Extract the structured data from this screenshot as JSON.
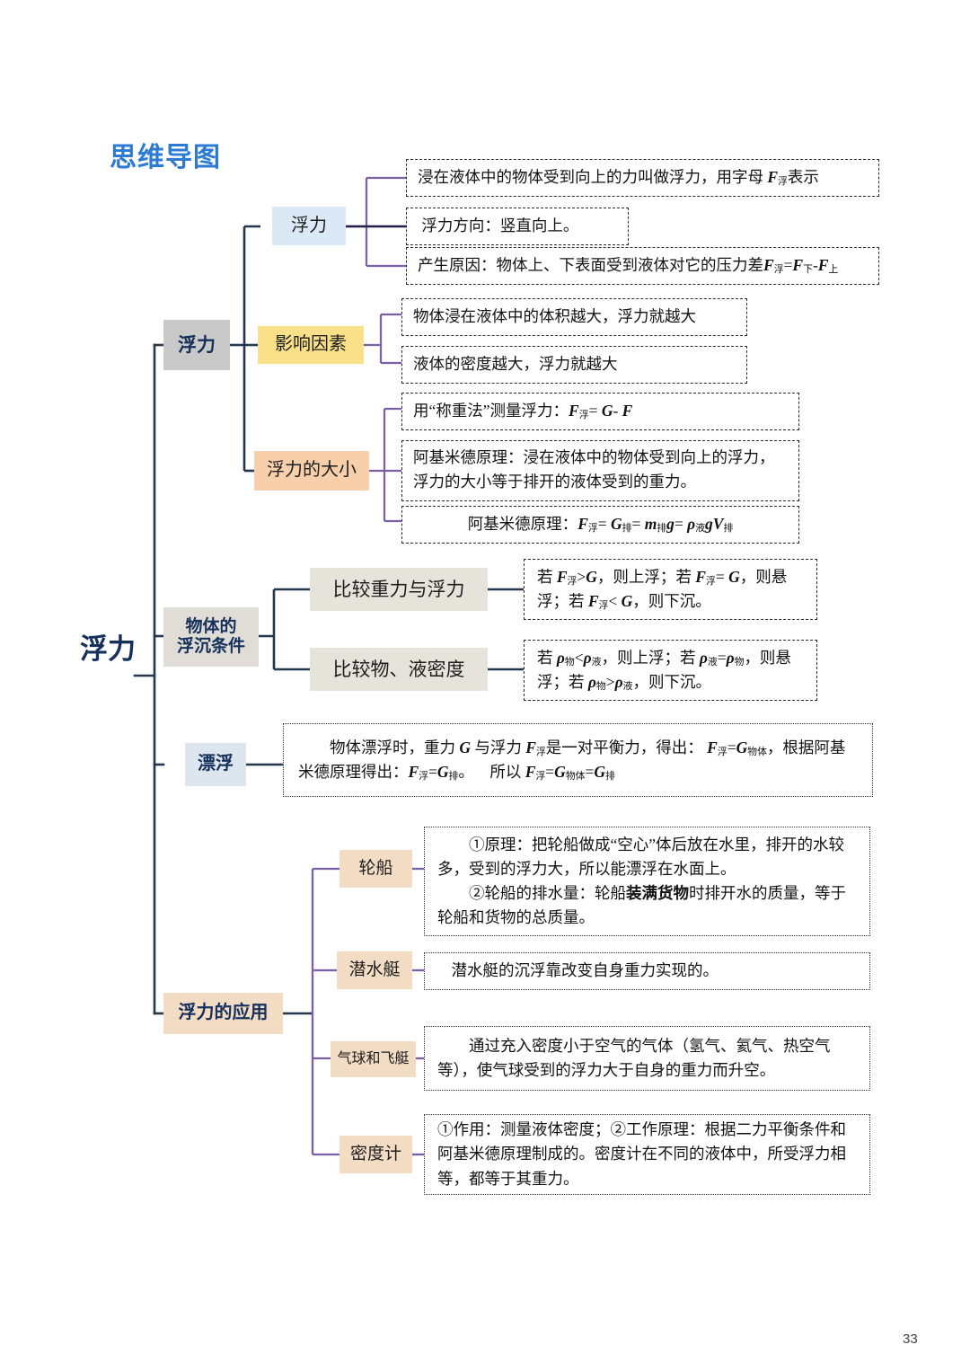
{
  "page": {
    "title": "思维导图",
    "page_number": "33",
    "title_color": "#2e7bd4"
  },
  "root": {
    "label": "浮力"
  },
  "branches": [
    {
      "id": "fuli",
      "label": "浮力",
      "chip_color": "#c9c9c9",
      "children": [
        {
          "label": "浮力",
          "chip_color": "#dbe8f5",
          "leaves": [
            "浸在液体中的物体受到向上的力叫做浮力，用字母 F浮表示",
            "浮力方向：竖直向上。",
            "产生原因：物体上、下表面受到液体对它的压力差F浮=F下-F上"
          ]
        },
        {
          "label": "影响因素",
          "chip_color": "#fbe08a",
          "leaves": [
            "物体浸在液体中的体积越大，浮力就越大",
            "液体的密度越大，浮力就越大"
          ]
        },
        {
          "label": "浮力的大小",
          "chip_color": "#f8cfab",
          "leaves": [
            "用“称重法”测量浮力：F浮= G- F",
            "阿基米德原理：浸在液体中的物体受到向上的浮力，浮力的大小等于排开的液体受到的重力。",
            "阿基米德原理：F浮= G排= m排g= ρ液gV排"
          ]
        }
      ]
    },
    {
      "id": "fuchen",
      "label": "物体的\n浮沉条件",
      "label_line1": "物体的",
      "label_line2": "浮沉条件",
      "chip_color": "#e0ddd6",
      "children": [
        {
          "label": "比较重力与浮力",
          "chip_color": "#e6e3db",
          "leaves": [
            "若F浮>G，则上浮；若F浮= G，则悬浮；若F浮<G，则下沉。"
          ]
        },
        {
          "label": "比较物、液密度",
          "chip_color": "#e6e3db",
          "leaves": [
            "若ρ物<ρ液，则上浮；若ρ液=ρ物，则悬浮；若ρ物>ρ液，则下沉。"
          ]
        }
      ]
    },
    {
      "id": "piaofu",
      "label": "漂浮",
      "chip_color": "#dde6ee",
      "children": [
        {
          "label": "",
          "leaves": [
            "物体漂浮时，重力 G 与浮力 F浮是一对平衡力，得出： F浮=G物体，根据阿基米德原理得出：F浮=G排。    所以 F浮=G物体=G排"
          ]
        }
      ]
    },
    {
      "id": "yingyong",
      "label": "浮力的应用",
      "chip_color": "#f2dcc4",
      "children": [
        {
          "label": "轮船",
          "chip_color": "#f2dcc4",
          "leaves": [
            "①原理：把轮船做成“空心”体后放在水里，排开的水较多，受到的浮力大，所以能漂浮在水面上。②轮船的排水量：轮船装满货物时排开水的质量，等于轮船和货物的总质量。"
          ]
        },
        {
          "label": "潜水艇",
          "chip_color": "#f2dcc4",
          "leaves": [
            "潜水艇的沉浮靠改变自身重力实现的。"
          ]
        },
        {
          "label": "气球和飞艇",
          "chip_color": "#f2dcc4",
          "leaves": [
            "通过充入密度小于空气的气体（氢气、氦气、热空气等），使气球受到的浮力大于自身的重力而升空。"
          ]
        },
        {
          "label": "密度计",
          "chip_color": "#f2dcc4",
          "leaves": [
            "①作用：测量液体密度；②工作原理：根据二力平衡条件和阿基米德原理制成的。密度计在不同的液体中，所受浮力相等，都等于其重力。"
          ]
        }
      ]
    }
  ],
  "boxes": {
    "b1": "浸在液体中的物体受到向上的力叫做浮力，用字母 F浮表示",
    "b2": "浮力方向：竖直向上。",
    "b3": "产生原因：物体上、下表面受到液体对它的压力差F浮=F下-F上",
    "b4": "物体浸在液体中的体积越大，浮力就越大",
    "b5": "液体的密度越大，浮力就越大",
    "b6": "用“称重法”测量浮力：F浮= G- F",
    "b7": "阿基米德原理：浸在液体中的物体受到向上的浮力，浮力的大小等于排开的液体受到的重力。",
    "b8": "阿基米德原理：F浮= G排= m排g= ρ液gV排",
    "b9": "若F浮>G，则上浮；若F浮= G，则悬浮；若F浮<G，则下沉。",
    "b10": "若ρ物<ρ液，则上浮；若ρ液=ρ物，则悬浮；若ρ物>ρ液，则下沉。",
    "b11": "物体漂浮时，重力 G 与浮力 F浮是一对平衡力，得出： F浮=G物体，根据阿基米德原理得出：F浮=G排。 所以 F浮=G物体=G排",
    "b12": "①原理：把轮船做成“空心”体后放在水里，排开的水较多，受到的浮力大，所以能漂浮在水面上。②轮船的排水量：轮船装满货物时排开水的质量，等于轮船和货物的总质量。",
    "b13": "潜水艇的沉浮靠改变自身重力实现的。",
    "b14": "通过充入密度小于空气的气体（氢气、氦气、热空气等），使气球受到的浮力大于自身的重力而升空。",
    "b15": "①作用：测量液体密度；②工作原理：根据二力平衡条件和阿基米德原理制成的。密度计在不同的液体中，所受浮力相等，都等于其重力。"
  },
  "colors": {
    "connector_navy": "#23374f",
    "connector_purple": "#7a5ea8",
    "root_text": "#16305c"
  }
}
